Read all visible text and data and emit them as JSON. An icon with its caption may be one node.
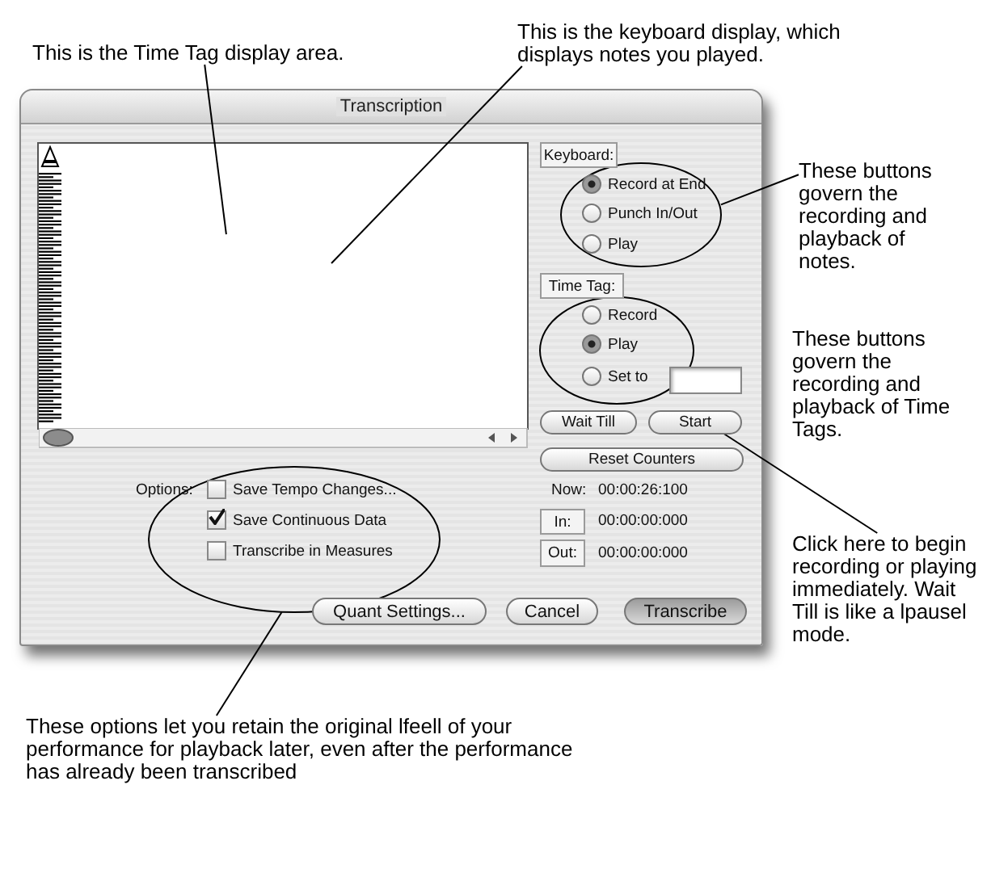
{
  "diagram": {
    "nodes": [
      {
        "text": [
          "This is the Time Tag display area."
        ]
      },
      {
        "text": [
          "This is the keyboard display, which displays notes you played."
        ]
      },
      {
        "text": [
          "Transcription"
        ]
      },
      {
        "text": [],
        "shape": "box",
        "in": 2
      },
      {
        "text": [
          "Keyboard:"
        ],
        "in": 2
      },
      {
        "text": [],
        "shape": "ellipse",
        "in": 2
      },
      {
        "text": [
          "These buttons govern the recording and playback of notes."
        ]
      },
      {
        "text": [
          "Time Tag:"
        ],
        "in": 2
      },
      {
        "text": [],
        "shape": "ellipse",
        "in": 2
      },
      {
        "text": [],
        "shape": "box",
        "in": 2
      },
      {
        "text": [
          "Wait Till"
        ],
        "in": 2
      },
      {
        "text": [
          "Start"
        ],
        "in": 2
      },
      {
        "text": [
          "Reset Counters"
        ],
        "in": 2
      },
      {
        "text": [
          "Click here to begin recording or playing immediately. Wait Till is like a lpausel mode."
        ]
      },
      {
        "text": [
          "In:"
        ],
        "in": 2
      },
      {
        "text": [
          "Out:"
        ],
        "in": 2
      },
      {
        "text": [],
        "shape": "ellipse",
        "in": 2
      },
      {
        "text": [
          "Quant Settings..."
        ],
        "in": 2
      },
      {
        "text": [
          "Cancel"
        ],
        "in": 2
      },
      {
        "text": [
          "Transcribe"
        ],
        "in": 2
      },
      {
        "text": [
          "These options let you retain the original lfeell of your performance for playback later, even after the performance has already been transcribed"
        ]
      }
    ],
    "edges": [
      {
        "from": 0,
        "to": 3,
        "arrow": "none"
      },
      {
        "from": 1,
        "to": 3,
        "arrow": "none"
      },
      {
        "from": 6,
        "to": 5,
        "arrow": "none"
      },
      {
        "from": 13,
        "to": 11,
        "arrow": "none"
      },
      {
        "from": 20,
        "to": 16,
        "arrow": "none"
      }
    ],
    "labels": [
      "These buttons govern the recording and playback of Time Tags.",
      "Record at End",
      "Punch In/Out",
      "Play",
      "Record",
      "Play",
      "Set to",
      "Options:",
      "Save Tempo Changes...",
      "Now:",
      "00:00:26:100",
      "Save Continuous Data",
      "00:00:00:000",
      "Transcribe in Measures",
      "00:00:00:000"
    ]
  }
}
